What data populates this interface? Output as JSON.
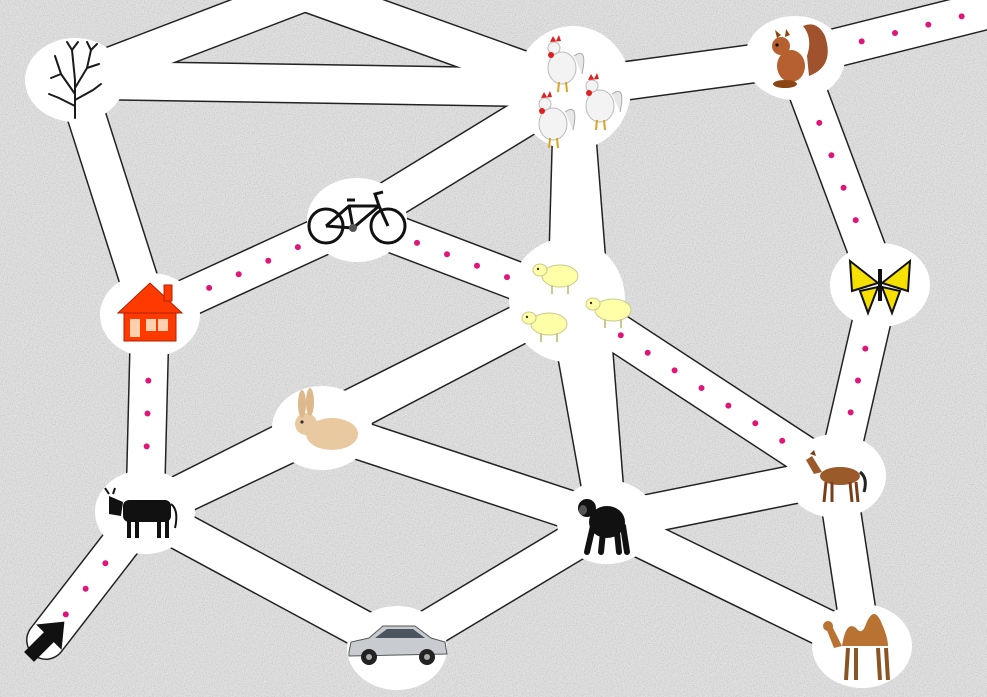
{
  "game": {
    "type": "path-maze",
    "colors": {
      "background": "#d6d6d6",
      "road": "#ffffff",
      "road_edge": "#222222",
      "trail_dot": "#e0157a",
      "arrow": "#111111"
    },
    "nodes": [
      {
        "id": "tree",
        "icon": "bare-tree-icon"
      },
      {
        "id": "roosters",
        "icon": "rooster-icon"
      },
      {
        "id": "squirrel",
        "icon": "squirrel-icon"
      },
      {
        "id": "bicycle",
        "icon": "bicycle-icon"
      },
      {
        "id": "sheep",
        "icon": "sheep-icon"
      },
      {
        "id": "house",
        "icon": "house-icon"
      },
      {
        "id": "butterfly",
        "icon": "butterfly-icon"
      },
      {
        "id": "rabbit",
        "icon": "rabbit-icon"
      },
      {
        "id": "horse",
        "icon": "horse-icon"
      },
      {
        "id": "cow",
        "icon": "cow-icon"
      },
      {
        "id": "chimpanzee",
        "icon": "chimpanzee-icon"
      },
      {
        "id": "car",
        "icon": "car-icon"
      },
      {
        "id": "camel",
        "icon": "camel-icon"
      }
    ],
    "start": {
      "icon": "start-arrow-icon"
    },
    "dotted_route": [
      "start",
      "cow",
      "house",
      "bicycle",
      "sheep",
      "horse",
      "butterfly",
      "squirrel",
      "exit-top-right"
    ]
  }
}
